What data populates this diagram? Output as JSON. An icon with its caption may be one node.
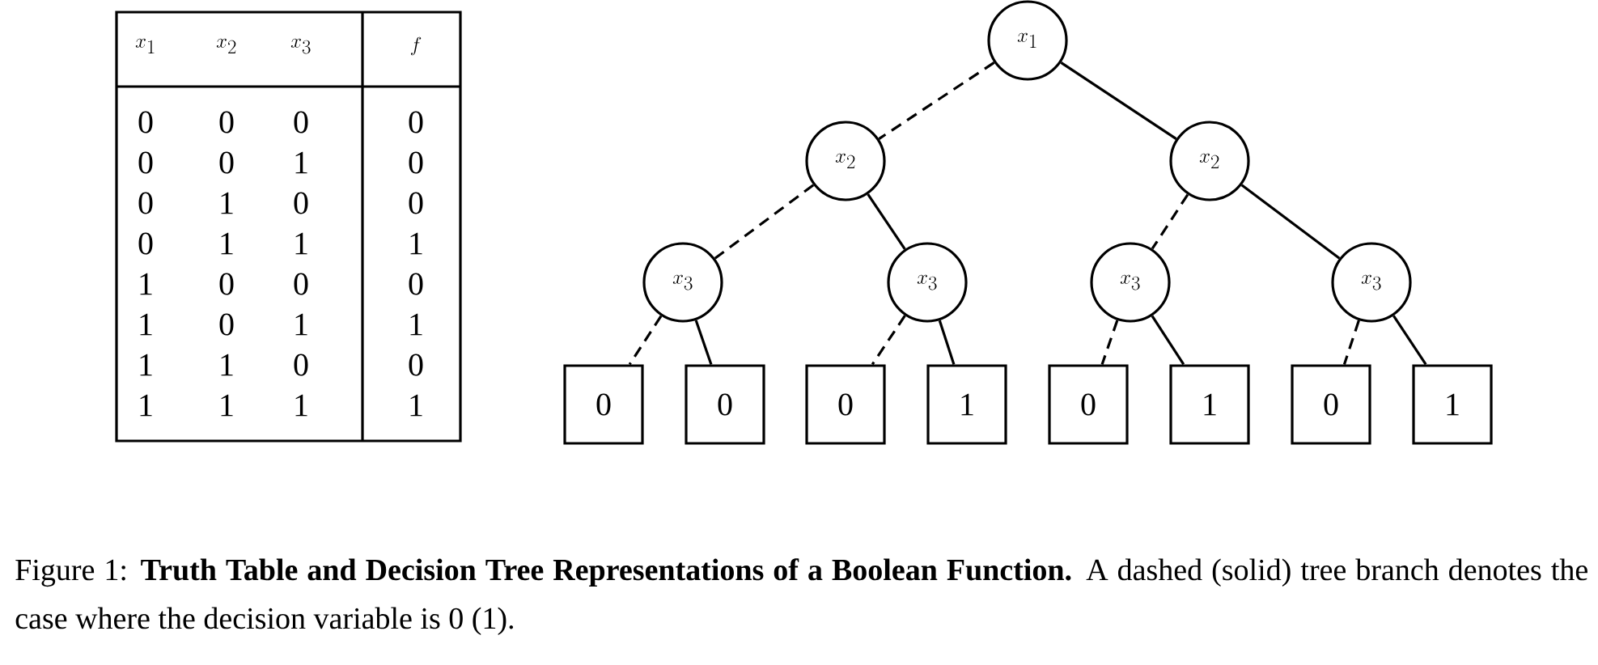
{
  "diagram": {
    "caption": "Figure 1: **Truth Table and Decision Tree Representations of a Boolean Function.** A dashed (solid) tree branch denotes the case where the decision variable is 0 (1).",
    "nodes": [
      {
        "text": [
          "x_1"
        ]
      },
      {
        "text": [
          "x_2"
        ]
      },
      {
        "text": [
          "x_2"
        ]
      },
      {
        "text": [
          "x_3"
        ]
      },
      {
        "text": [
          "x_3"
        ]
      },
      {
        "text": [
          "x_3"
        ]
      },
      {
        "text": [
          "x_3"
        ]
      },
      {
        "text": [
          "0"
        ]
      },
      {
        "text": [
          "0"
        ]
      },
      {
        "text": [
          "0"
        ]
      },
      {
        "text": [
          "1"
        ]
      },
      {
        "text": [
          "0"
        ]
      },
      {
        "text": [
          "1"
        ]
      },
      {
        "text": [
          "0"
        ]
      },
      {
        "text": [
          "1"
        ]
      }
    ],
    "edges": [
      {
        "from": 0,
        "to": 1,
        "arrow": "none",
        "style": "dashed"
      },
      {
        "from": 0,
        "to": 2,
        "arrow": "none"
      },
      {
        "from": 1,
        "to": 3,
        "arrow": "none",
        "style": "dashed"
      },
      {
        "from": 1,
        "to": 4,
        "arrow": "none"
      },
      {
        "from": 2,
        "to": 5,
        "arrow": "none",
        "style": "dashed"
      },
      {
        "from": 2,
        "to": 6,
        "arrow": "none"
      },
      {
        "from": 3,
        "to": 7,
        "arrow": "none",
        "style": "dashed"
      },
      {
        "from": 3,
        "to": 8,
        "arrow": "none"
      },
      {
        "from": 4,
        "to": 9,
        "arrow": "none",
        "style": "dashed"
      },
      {
        "from": 4,
        "to": 10,
        "arrow": "none"
      },
      {
        "from": 5,
        "to": 11,
        "arrow": "none",
        "style": "dashed"
      },
      {
        "from": 5,
        "to": 12,
        "arrow": "none"
      },
      {
        "from": 6,
        "to": 13,
        "arrow": "none",
        "style": "dashed"
      },
      {
        "from": 6,
        "to": 14,
        "arrow": "none"
      }
    ],
    "labels": [
      "x_1",
      "x_2",
      "x_3",
      "f",
      "0",
      "0",
      "0",
      "0",
      "0",
      "0",
      "1",
      "0",
      "0",
      "1",
      "0",
      "0",
      "0",
      "1",
      "1",
      "1",
      "1",
      "0",
      "0",
      "0",
      "1",
      "0",
      "1",
      "1",
      "1",
      "1",
      "0",
      "0",
      "1",
      "1",
      "1",
      "1"
    ]
  }
}
